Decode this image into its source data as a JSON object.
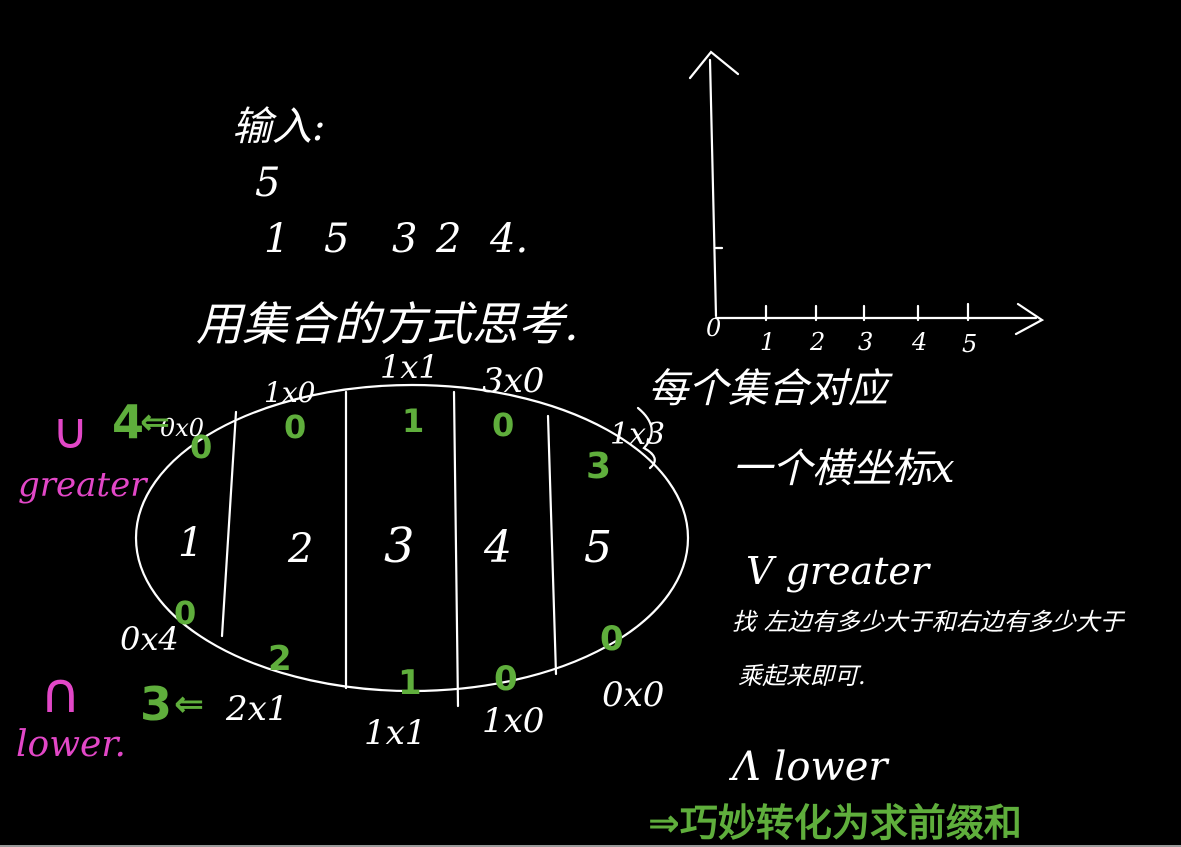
{
  "input": {
    "label": "输入:",
    "n": "5",
    "sequence": [
      "1",
      "5",
      "3",
      "2",
      "4."
    ]
  },
  "method": "用集合的方式思考.",
  "axis": {
    "origin": "0",
    "ticks": [
      "1",
      "2",
      "3",
      "4",
      "5"
    ]
  },
  "set_elements": [
    "1",
    "2",
    "3",
    "4",
    "5"
  ],
  "greater_counts": [
    "0",
    "0",
    "1",
    "0",
    "3"
  ],
  "top_products": [
    "0x0",
    "1x0",
    "1x1",
    "3x0",
    "1x3"
  ],
  "lower_counts": [
    "0",
    "2",
    "1",
    "0",
    "0"
  ],
  "bottom_products": [
    "0x4",
    "2x1",
    "1x1",
    "1x0",
    "0x0"
  ],
  "left_notes": {
    "greater_sym": "∪",
    "greater_count": "4",
    "greater_arrow": "⇐",
    "greater_word": "greater",
    "lower_sym": "∩",
    "lower_count": "3",
    "lower_arrow": "⇐",
    "lower_word": "lower."
  },
  "right_notes": {
    "line1": "每个集合对应",
    "line2": "一个横坐标x",
    "v_label": "V greater",
    "v_desc_1": "找 左边有多少大于和右边有多少大于",
    "v_desc_2": "乘起来即可.",
    "l_label": "Λ lower",
    "conclusion": "⇒巧妙转化为求前缀和"
  },
  "colors": {
    "chalk": "#ffffff",
    "green": "#5fae3c",
    "magenta": "#e247c7",
    "background": "#000000"
  }
}
